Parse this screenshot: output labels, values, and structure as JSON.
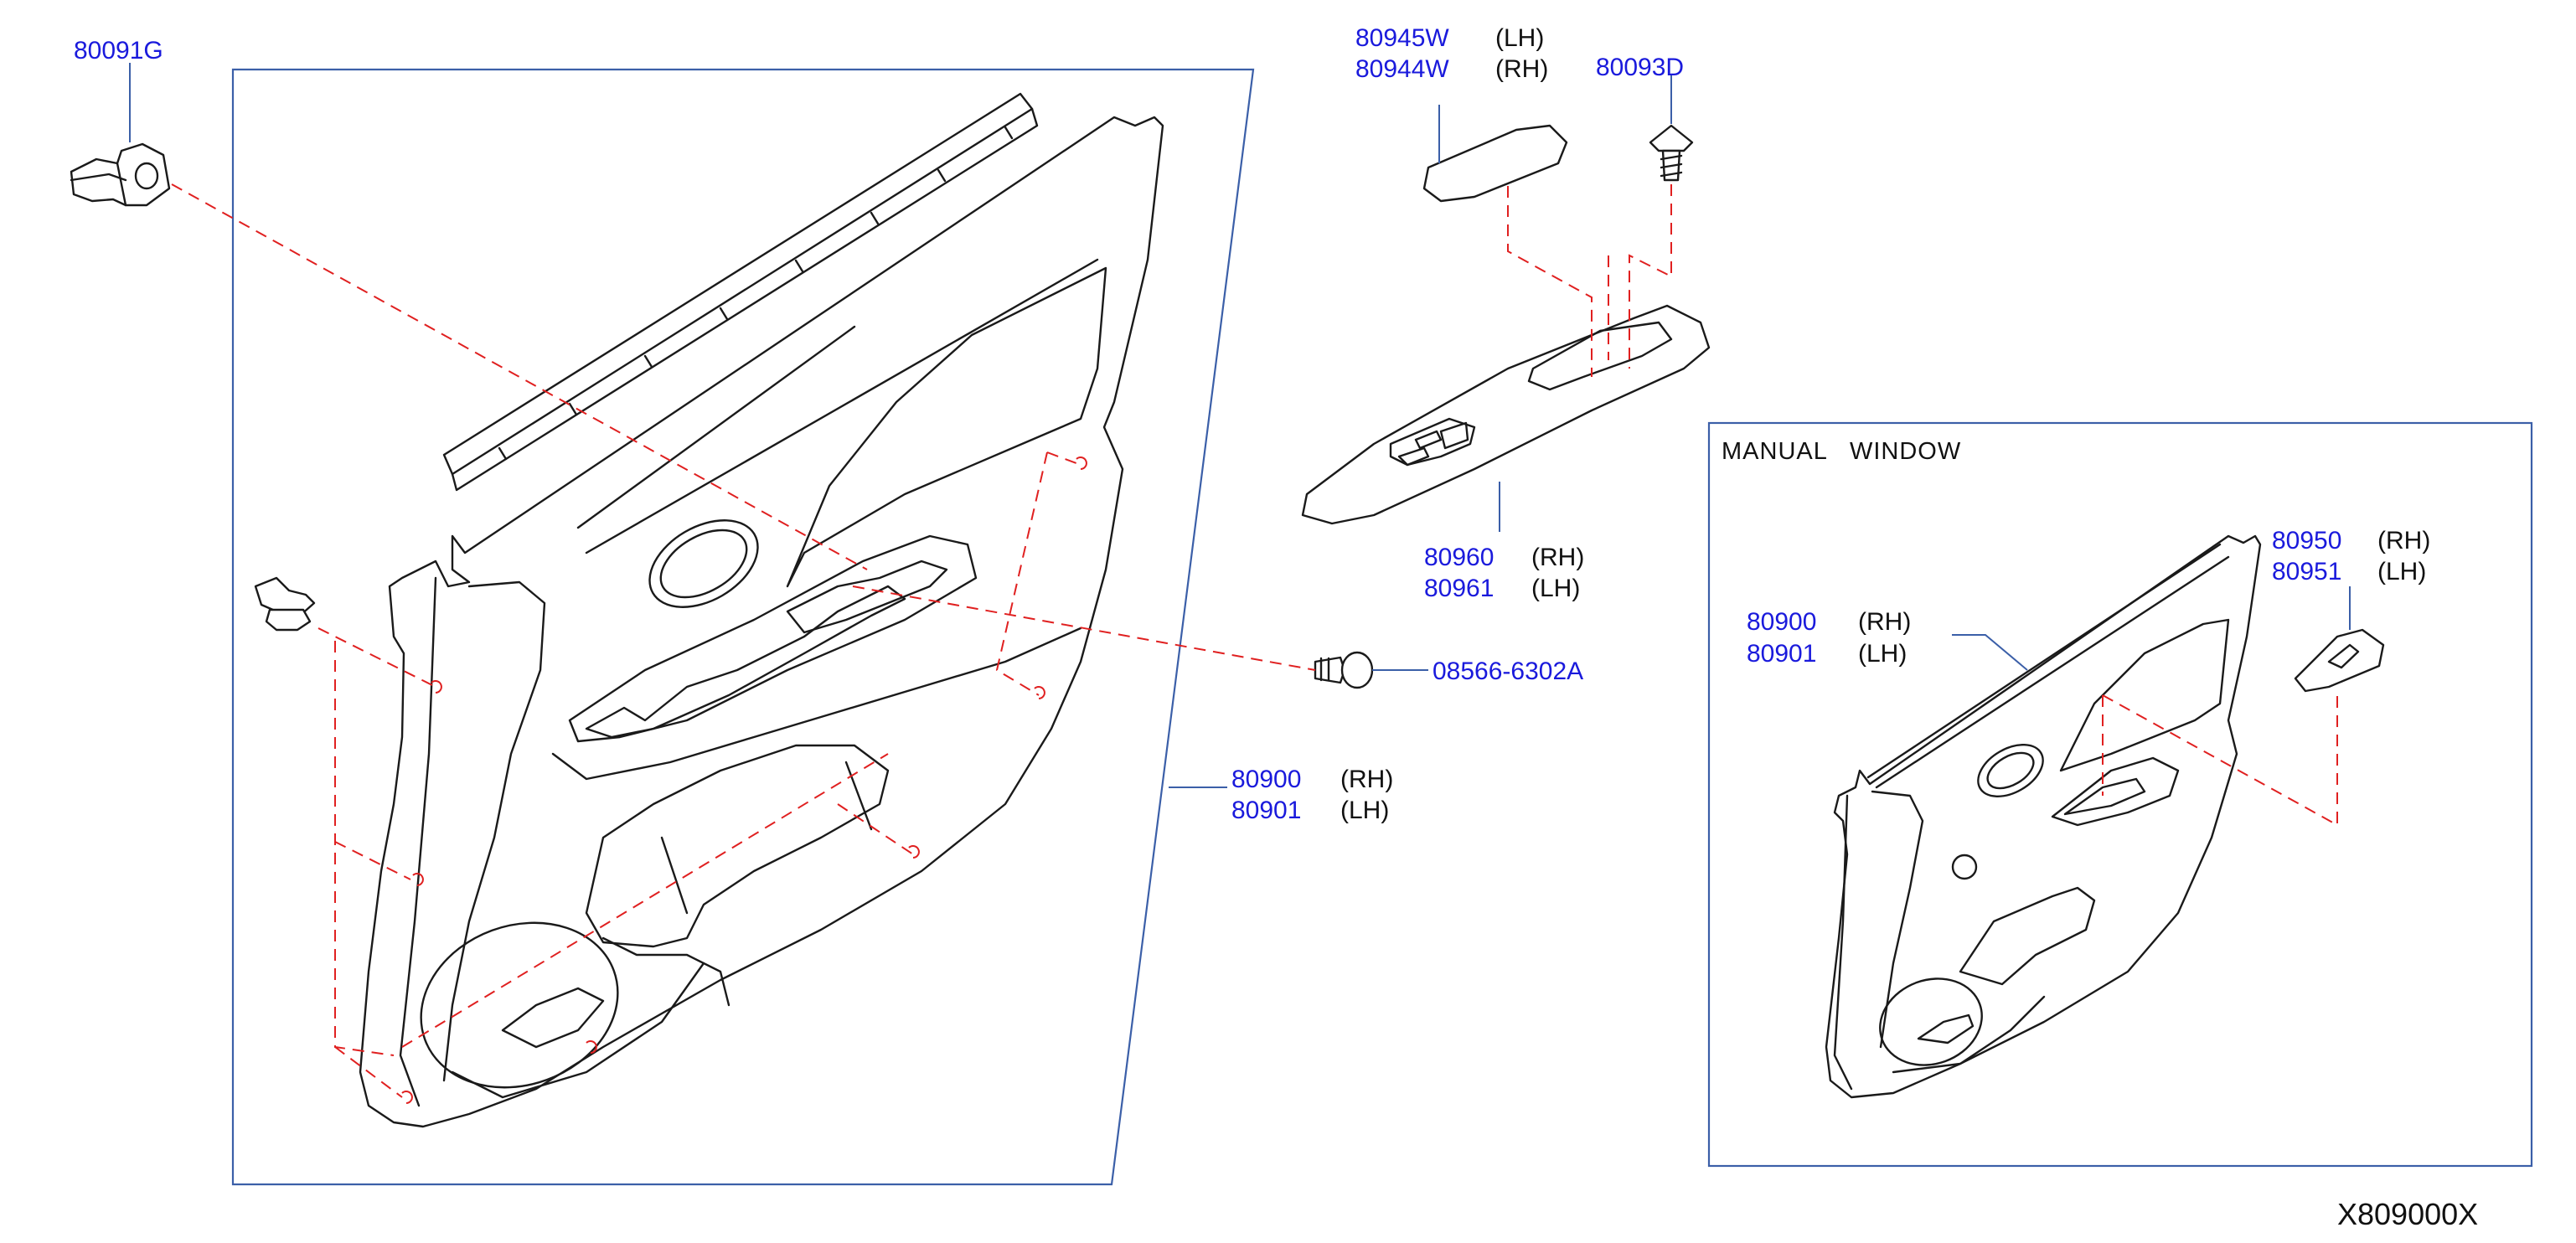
{
  "diagram_code": "X809000X",
  "inset": {
    "title": "MANUAL   WINDOW"
  },
  "callouts": [
    {
      "part": "80091G",
      "side": ""
    },
    {
      "part": "80945W",
      "side": "(LH)"
    },
    {
      "part": "80944W",
      "side": "(RH)"
    },
    {
      "part": "80093D",
      "side": ""
    },
    {
      "part": "80960",
      "side": "(RH)"
    },
    {
      "part": "80961",
      "side": "(LH)"
    },
    {
      "part": "08566-6302A",
      "side": ""
    },
    {
      "part": "80900",
      "side": "(RH)"
    },
    {
      "part": "80901",
      "side": "(LH)"
    },
    {
      "part": "80900",
      "side": "(RH)"
    },
    {
      "part": "80901",
      "side": "(LH)"
    },
    {
      "part": "80950",
      "side": "(RH)"
    },
    {
      "part": "80951",
      "side": "(LH)"
    }
  ],
  "colors": {
    "part_number": "#1a1adc",
    "leader": "#3b5fa8",
    "hidden_line": "#e02020",
    "outline": "#1a1a1a"
  }
}
